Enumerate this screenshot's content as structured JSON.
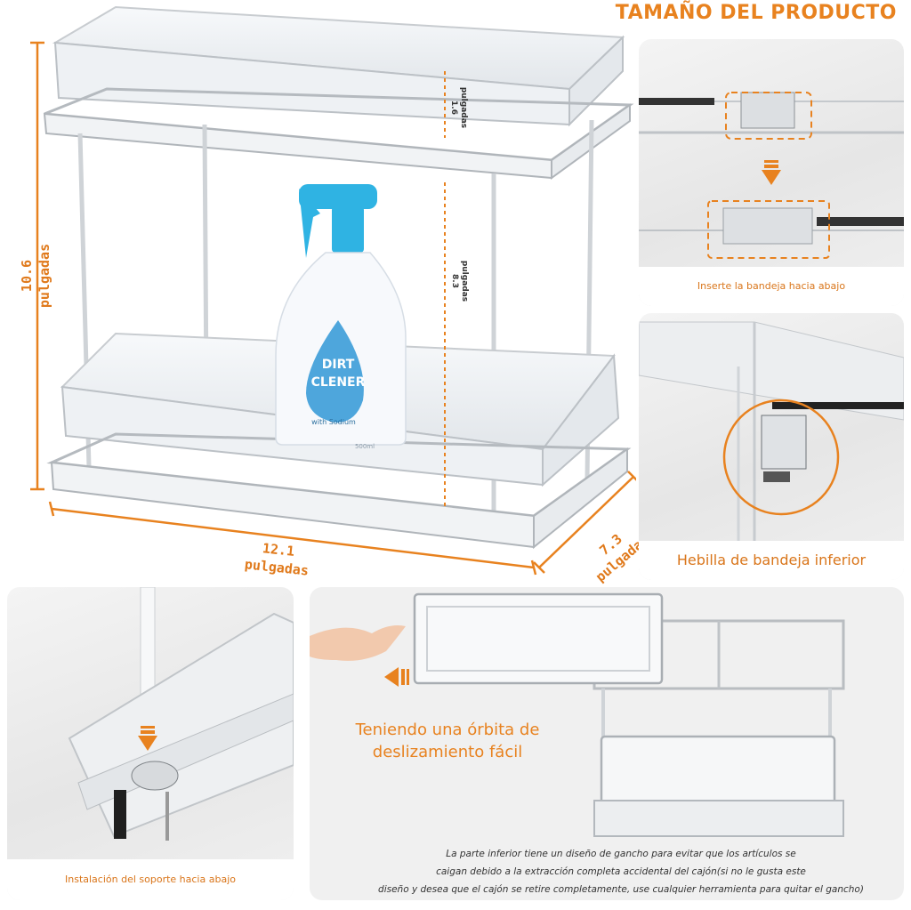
{
  "header": {
    "title": "TAMAÑO DEL PRODUCTO"
  },
  "dimensions": {
    "height_value": "10.6",
    "height_unit": "pulgadas",
    "width_value": "12.1",
    "width_unit": "pulgadas",
    "depth_value": "7.3",
    "depth_unit": "pulgadas",
    "drawer_height_value": "1.6",
    "drawer_height_unit": "pulgadas",
    "shelf_gap_value": "8.3",
    "shelf_gap_unit": "pulgadas"
  },
  "bottle": {
    "line1": "DIRT",
    "line2": "CLENER",
    "sub": "with Sodium",
    "volume": "500ml"
  },
  "panels": {
    "insert_caption": "Inserte la bandeja hacia abajo",
    "buckle_caption": "Hebilla de bandeja inferior",
    "install_caption": "Instalación del soporte hacia abajo",
    "slide_line1": "Teniendo una órbita de",
    "slide_line2": "deslizamiento fácil",
    "note_line1": "La parte inferior tiene un diseño de gancho para evitar que los artículos se",
    "note_line2": "caigan debido a la extracción completa accidental del cajón(si no le gusta este",
    "note_line3": "diseño y desea que el cajón se retire completamente, use cualquier herramienta para quitar el gancho)"
  },
  "colors": {
    "accent": "#e8821f",
    "bottle_cap": "#2fb3e3"
  },
  "icons": [
    "arrow-down-icon",
    "arrow-left-icon",
    "hand-icon",
    "spray-bottle-icon"
  ]
}
